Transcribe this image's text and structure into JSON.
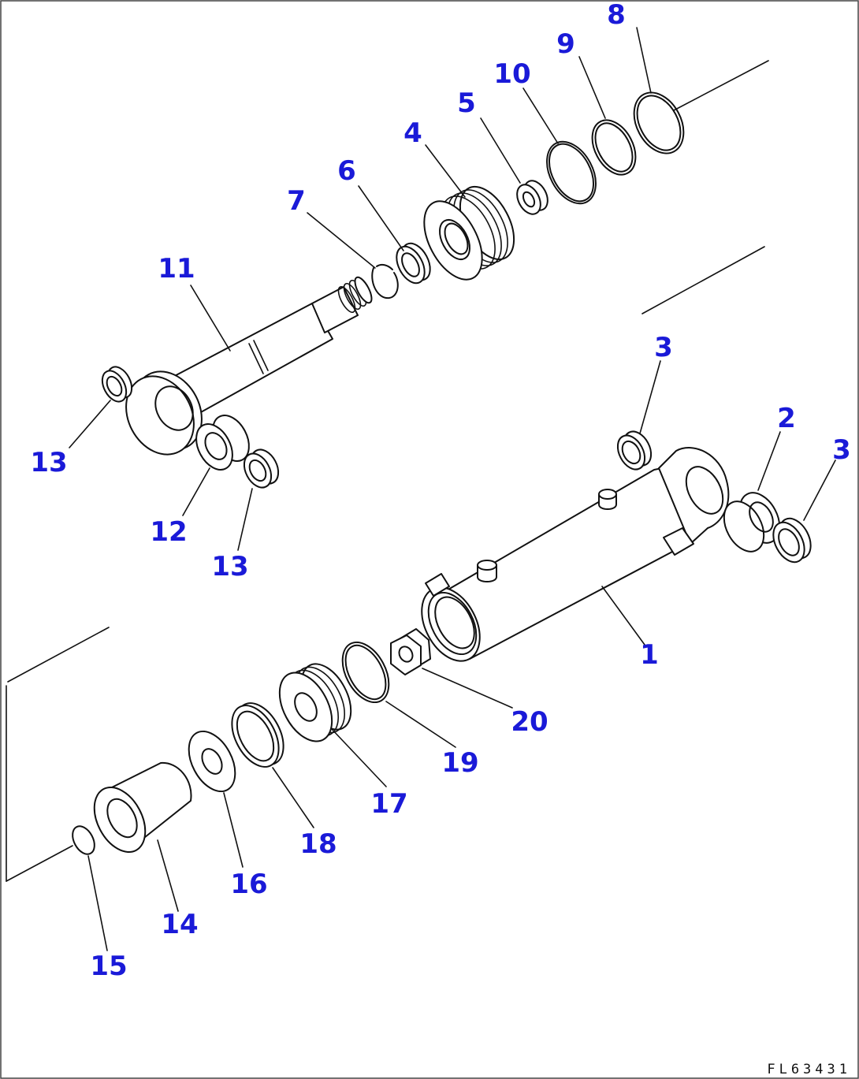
{
  "diagram": {
    "drawing_code": "FL63431",
    "callouts": [
      {
        "id": "c8",
        "text": "8"
      },
      {
        "id": "c9",
        "text": "9"
      },
      {
        "id": "c10",
        "text": "10"
      },
      {
        "id": "c5",
        "text": "5"
      },
      {
        "id": "c4",
        "text": "4"
      },
      {
        "id": "c6",
        "text": "6"
      },
      {
        "id": "c7",
        "text": "7"
      },
      {
        "id": "c11",
        "text": "11"
      },
      {
        "id": "c3a",
        "text": "3"
      },
      {
        "id": "c2",
        "text": "2"
      },
      {
        "id": "c3b",
        "text": "3"
      },
      {
        "id": "c13a",
        "text": "13"
      },
      {
        "id": "c12",
        "text": "12"
      },
      {
        "id": "c13b",
        "text": "13"
      },
      {
        "id": "c1",
        "text": "1"
      },
      {
        "id": "c20",
        "text": "20"
      },
      {
        "id": "c19",
        "text": "19"
      },
      {
        "id": "c17",
        "text": "17"
      },
      {
        "id": "c18",
        "text": "18"
      },
      {
        "id": "c16",
        "text": "16"
      },
      {
        "id": "c14",
        "text": "14"
      },
      {
        "id": "c15",
        "text": "15"
      }
    ]
  }
}
